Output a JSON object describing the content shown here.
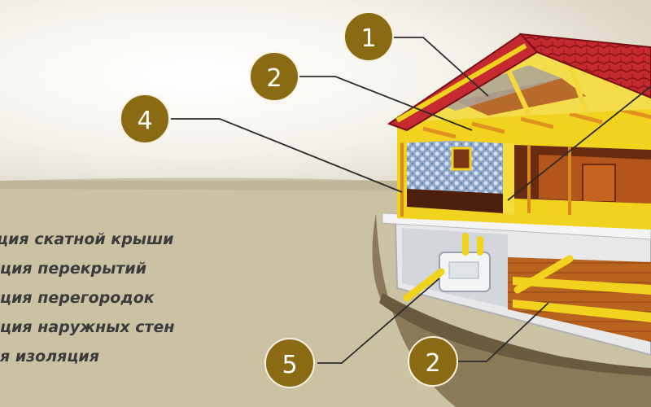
{
  "callouts": [
    {
      "number": "1"
    },
    {
      "number": "2"
    },
    {
      "number": "4"
    },
    {
      "number": "5"
    },
    {
      "number": "2"
    }
  ],
  "legend": [
    "ция скатной крыши",
    "ция перекрытий",
    "ция перегородок",
    "ция наружных стен",
    "я изоляция"
  ],
  "colors": {
    "callout_fill": "#8a6a12",
    "roof_tile": "#c2282e",
    "insulation": "#f1d21c",
    "wood": "#b35b1c",
    "background": "#cfc6a8"
  }
}
